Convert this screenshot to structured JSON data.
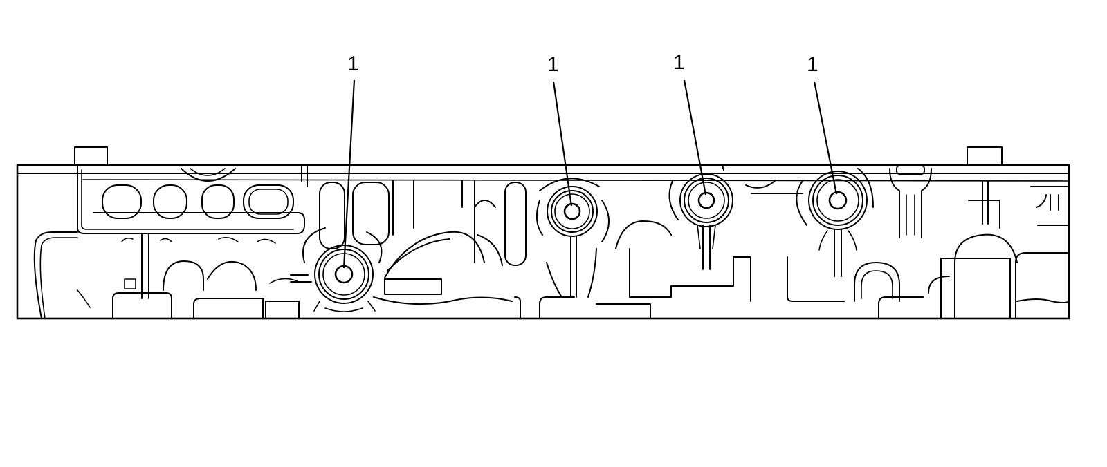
{
  "figure": {
    "background": "#ffffff",
    "line_color": "#000000",
    "component": "valve-body-casting",
    "callouts": [
      {
        "id": "callout-1a",
        "label": "1"
      },
      {
        "id": "callout-1b",
        "label": "1"
      },
      {
        "id": "callout-1c",
        "label": "1"
      },
      {
        "id": "callout-1d",
        "label": "1"
      }
    ]
  }
}
